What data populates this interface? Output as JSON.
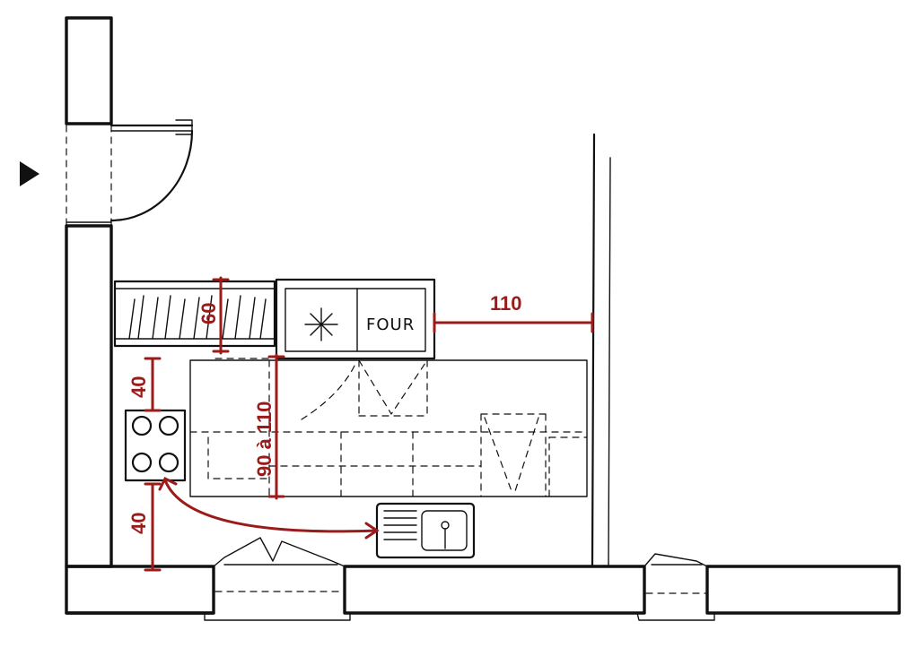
{
  "labels": {
    "oven": "FOUR"
  },
  "dimensions": {
    "top_cabinet_depth": "60",
    "oven_to_wall": "110",
    "hob_top_gap": "40",
    "aisle_width": "90 à 110",
    "hob_bottom_gap": "40"
  },
  "colors": {
    "ink": "#111111",
    "dimension": "#9b1b1b"
  },
  "icons": {
    "entry": "triangle-arrow-icon"
  }
}
